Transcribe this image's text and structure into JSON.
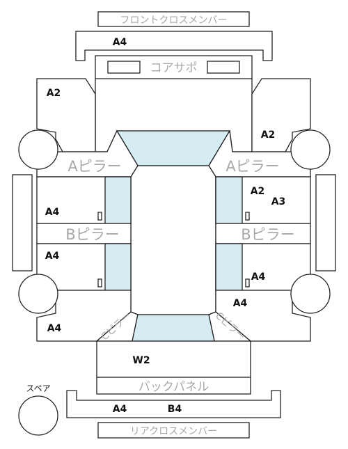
{
  "colors": {
    "line": "#222222",
    "glass": "#d6ecf3",
    "faded_label": "#a8a8a8",
    "code_label": "#111111"
  },
  "labels": {
    "front_cross_member": "フロントクロスメンバー",
    "core_support": "コアサポ",
    "a_pillar": "Aピラー",
    "b_pillar": "Bピラー",
    "c_pillar": "Cピラー",
    "back_panel": "バックパネル",
    "rear_cross_member": "リアクロスメンバー",
    "spare": "スペア"
  },
  "codes": {
    "front_member": "A4",
    "left_fender": "A2",
    "right_fender": "A2",
    "left_front_door": "A4",
    "right_front_door_1": "A2",
    "right_front_door_2": "A3",
    "left_rear_door": "A4",
    "right_rear_door": "A4",
    "right_quarter": "A4",
    "left_quarter": "A4",
    "trunk": "W2",
    "rear_member_1": "A4",
    "rear_member_2": "B4"
  }
}
